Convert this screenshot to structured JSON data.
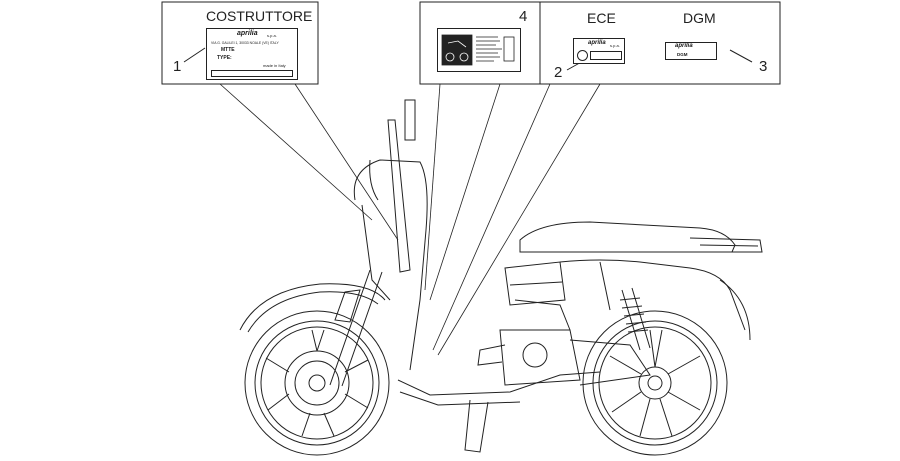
{
  "callouts": {
    "costruttore": {
      "heading": "COSTRUTTORE",
      "number": "1",
      "plate": {
        "brand": "aprilia",
        "suffix": "s.p.a.",
        "address": "VIA G. GALILEI 1, 30033 NOALE (VE) ITALY",
        "field1": "MTTE",
        "field2": "TYPE:",
        "made_in": "made in Italy"
      }
    },
    "label4": {
      "number": "4"
    },
    "ece": {
      "heading": "ECE",
      "number": "2",
      "plate": {
        "brand": "aprilia",
        "suffix": "s.p.a."
      }
    },
    "dgm": {
      "heading": "DGM",
      "number": "3",
      "plate": {
        "brand": "aprilia",
        "sub": "DGM"
      }
    }
  },
  "colors": {
    "line": "#222222",
    "background": "#ffffff"
  }
}
